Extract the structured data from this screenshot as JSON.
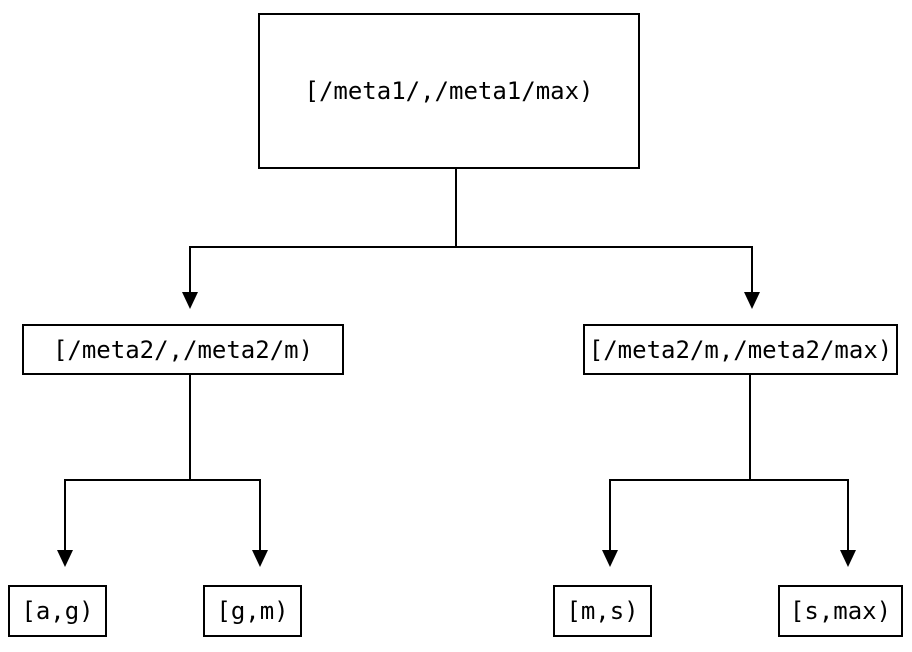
{
  "diagram": {
    "type": "tree",
    "description": "Key-range partition tree",
    "colors": {
      "background": "#ffffff",
      "line": "#000000",
      "box_fill": "#ffffff",
      "text": "#000000"
    },
    "nodes": {
      "root": {
        "label": "[/meta1/,/meta1/max)"
      },
      "meta2_low": {
        "label": "[/meta2/,/meta2/m)"
      },
      "meta2_high": {
        "label": "[/meta2/m,/meta2/max)"
      },
      "leaf_ag": {
        "label": "[a,g)"
      },
      "leaf_gm": {
        "label": "[g,m)"
      },
      "leaf_ms": {
        "label": "[m,s)"
      },
      "leaf_smax": {
        "label": "[s,max)"
      }
    },
    "edges": [
      {
        "from": "root",
        "to": "meta2_low"
      },
      {
        "from": "root",
        "to": "meta2_high"
      },
      {
        "from": "meta2_low",
        "to": "leaf_ag"
      },
      {
        "from": "meta2_low",
        "to": "leaf_gm"
      },
      {
        "from": "meta2_high",
        "to": "leaf_ms"
      },
      {
        "from": "meta2_high",
        "to": "leaf_smax"
      }
    ]
  }
}
